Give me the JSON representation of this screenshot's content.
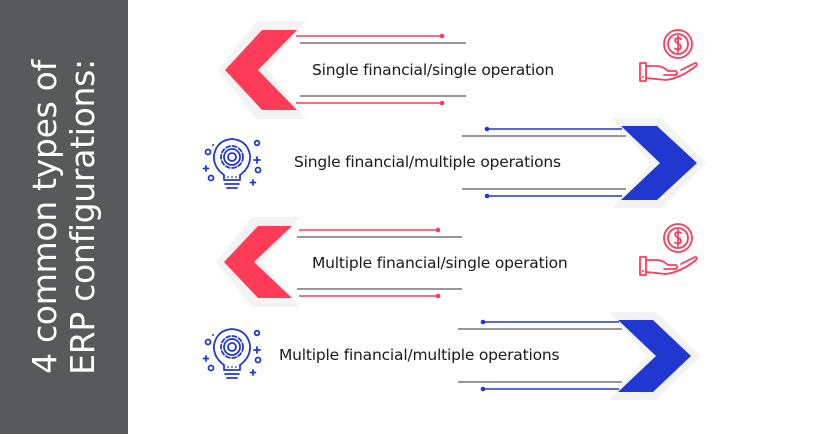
{
  "sidebar": {
    "title_line1": "4 common types of",
    "title_line2": "ERP configurations:",
    "background": "#58595b"
  },
  "colors": {
    "red": "#fe3c57",
    "blue": "#2138d0",
    "line_gray": "#5a5a5a"
  },
  "items": [
    {
      "label": "Single financial/single operation",
      "direction": "left",
      "color": "red",
      "icon": "money-hand-icon"
    },
    {
      "label": "Single financial/multiple operations",
      "direction": "right",
      "color": "blue",
      "icon": "lightbulb-gear-icon"
    },
    {
      "label": "Multiple financial/single operation",
      "direction": "left",
      "color": "red",
      "icon": "money-hand-icon"
    },
    {
      "label": "Multiple financial/multiple operations",
      "direction": "right",
      "color": "blue",
      "icon": "lightbulb-gear-icon"
    }
  ]
}
